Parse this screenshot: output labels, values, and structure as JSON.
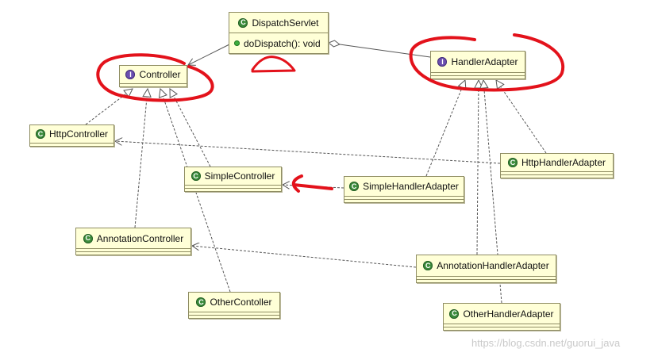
{
  "classes": {
    "dispatch_servlet": {
      "name": "DispatchServlet",
      "icon": "class-icon",
      "method": "doDispatch(): void",
      "method_icon": "public-method-dot-icon"
    },
    "controller": {
      "name": "Controller",
      "icon": "interface-icon"
    },
    "handler_adapter": {
      "name": "HandlerAdapter",
      "icon": "interface-icon"
    },
    "http_controller": {
      "name": "HttpController",
      "icon": "class-icon"
    },
    "simple_controller": {
      "name": "SimpleController",
      "icon": "class-icon"
    },
    "http_handler_adapter": {
      "name": "HttpHandlerAdapter",
      "icon": "class-icon"
    },
    "simple_handler_adapter": {
      "name": "SimpleHandlerAdapter",
      "icon": "class-icon"
    },
    "annotation_controller": {
      "name": "AnnotationController",
      "icon": "class-icon"
    },
    "annotation_handler_adapter": {
      "name": "AnnotationHandlerAdapter",
      "icon": "class-icon"
    },
    "other_controller": {
      "name": "OtherContoller",
      "icon": "class-icon"
    },
    "other_handler_adapter": {
      "name": "OtherHandlerAdapter",
      "icon": "class-icon"
    }
  },
  "icons": {
    "class_letter": "C",
    "interface_letter": "I"
  },
  "colors": {
    "box_fill": "#ffffd7",
    "box_border": "#8f8d63",
    "class_icon": "#3c8c3c",
    "interface_icon": "#6b4fb0",
    "connector": "#555555",
    "annotation_red": "#e3121b",
    "watermark": "#c9c9c9"
  },
  "watermark": "https://blog.csdn.net/guorui_java"
}
